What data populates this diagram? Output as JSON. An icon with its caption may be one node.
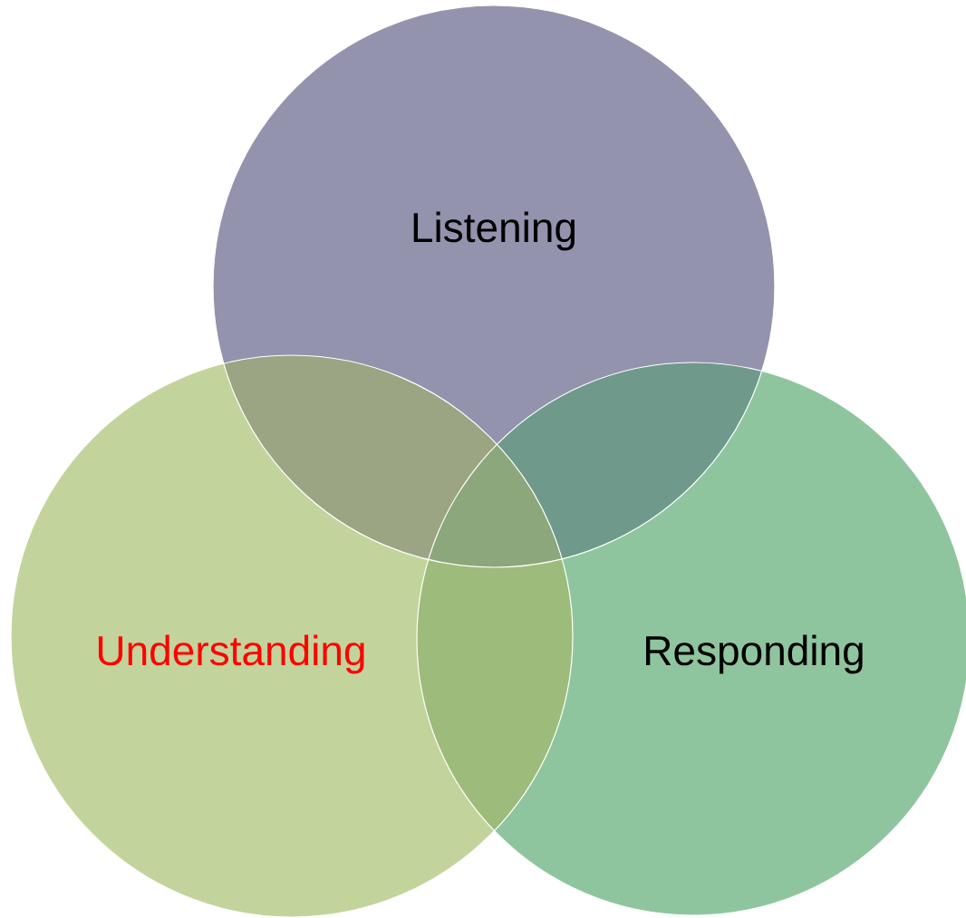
{
  "diagram": {
    "nodes": [
      {
        "text": [
          "Listening"
        ]
      },
      {
        "text": [
          "Understanding"
        ]
      },
      {
        "text": [
          "Responding"
        ]
      }
    ]
  }
}
